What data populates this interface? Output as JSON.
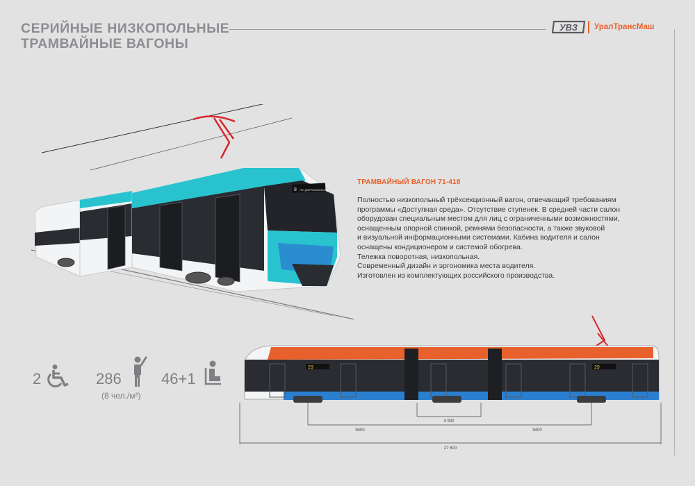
{
  "header": {
    "title_line1": "СЕРИЙНЫЕ НИЗКОПОЛЬНЫЕ",
    "title_line2": "ТРАМВАЙНЫЕ ВАГОНЫ",
    "logo_mark": "УВЗ",
    "logo_brand": "УралТрансМаш"
  },
  "spec": {
    "title": "ТРАМВАЙНЫЙ ВАГОН 71-418",
    "lines": [
      "Полностью низкопольный трёхсекционный вагон, отвечающий требованиям",
      "программы «Доступная среда». Отсутствие ступенек. В средней части салон",
      "оборудован специальным местом для лиц с ограниченными возможностями,",
      "оснащенным опорной спинкой, ремнями безопасности, а также звуковой",
      "и визуальной информационными системами. Кабина водителя и салон",
      "оснащены кондиционером и системой обогрева.",
      "Тележка поворотная, низкопольная.",
      "Современный дизайн и эргономика места водителя.",
      "Изготовлен из комплектующих российского производства."
    ]
  },
  "stats": {
    "wheelchair_count": "2",
    "standing_capacity": "286",
    "standing_density": "(8 чел./м²)",
    "seats": "46+1"
  },
  "tram_front": {
    "route_number": "8",
    "route_text": "ПЛ. ДЗЕРЖИНСКОГО"
  },
  "tram_side": {
    "route_number": "29",
    "dim_left": "9400",
    "dim_center": "4 900",
    "dim_right": "9400",
    "dim_total": "27 600"
  },
  "colors": {
    "background": "#e2e2e3",
    "accent_orange": "#e8612c",
    "tram_teal": "#28c3cf",
    "tram_blue": "#2b7fd0",
    "tram_dark": "#2a2c31",
    "pantograph_red": "#d7262c"
  },
  "icons": [
    "wheelchair-icon",
    "standing-passenger-icon",
    "seated-passenger-icon",
    "uvz-logo-icon"
  ]
}
